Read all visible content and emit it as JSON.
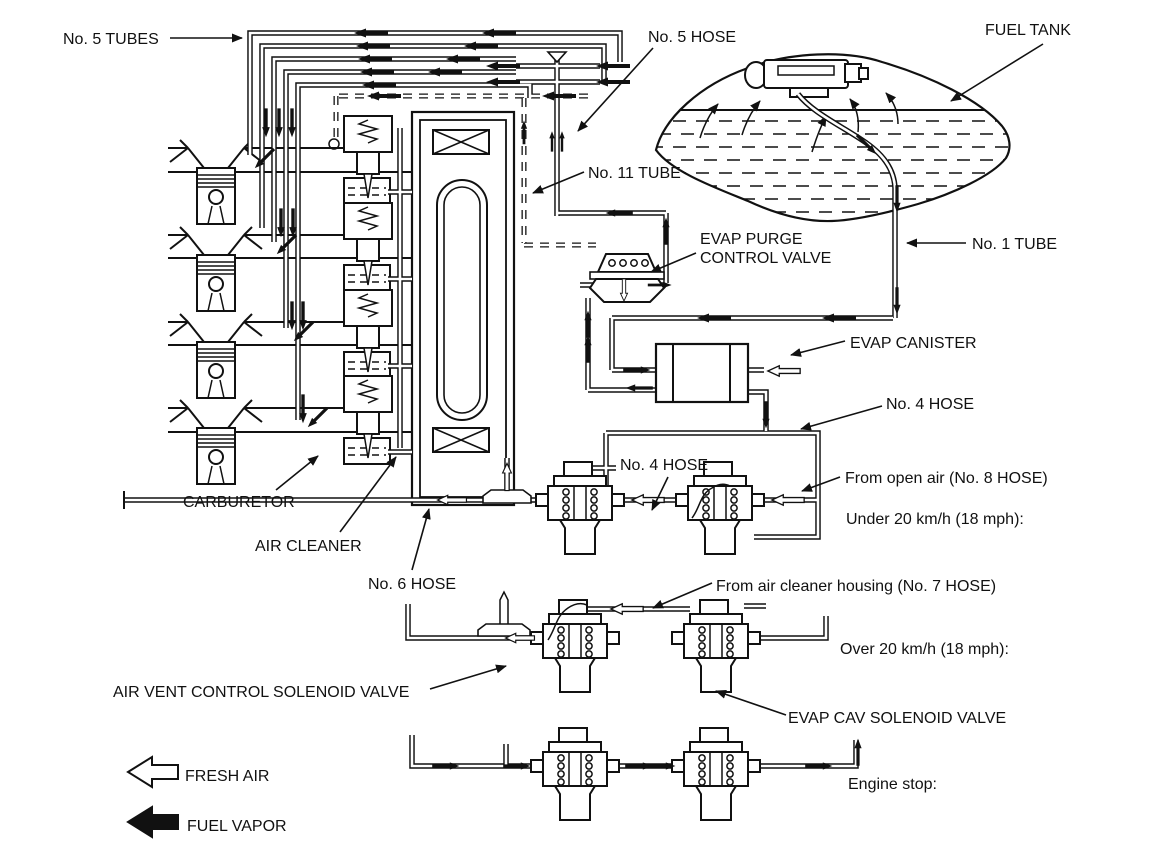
{
  "title": "Evaporative emission control system diagram",
  "colors": {
    "ink": "#111111",
    "paper": "#ffffff"
  },
  "labels": {
    "no5_tubes": "No. 5 TUBES",
    "no5_hose": "No. 5 HOSE",
    "fuel_tank": "FUEL TANK",
    "no11_tube": "No. 11 TUBE",
    "evap_purge_1": "EVAP PURGE",
    "evap_purge_2": "CONTROL VALVE",
    "no1_tube": "No. 1 TUBE",
    "evap_canister": "EVAP CANISTER",
    "no4_hose_upper": "No. 4 HOSE",
    "no4_hose_lower": "No. 4 HOSE",
    "from_open_air": "From open air (No. 8 HOSE)",
    "under_20": "Under 20 km/h (18 mph):",
    "carburetor": "CARBURETOR",
    "air_cleaner": "AIR CLEANER",
    "no6_hose": "No. 6 HOSE",
    "from_air_cleaner": "From air cleaner housing (No. 7 HOSE)",
    "over_20": "Over 20 km/h (18 mph):",
    "air_vent_valve": "AIR VENT CONTROL SOLENOID VALVE",
    "evap_cav_valve": "EVAP CAV SOLENOID VALVE",
    "engine_stop": "Engine stop:"
  },
  "legend": {
    "fresh_air": "FRESH AIR",
    "fuel_vapor": "FUEL VAPOR"
  }
}
